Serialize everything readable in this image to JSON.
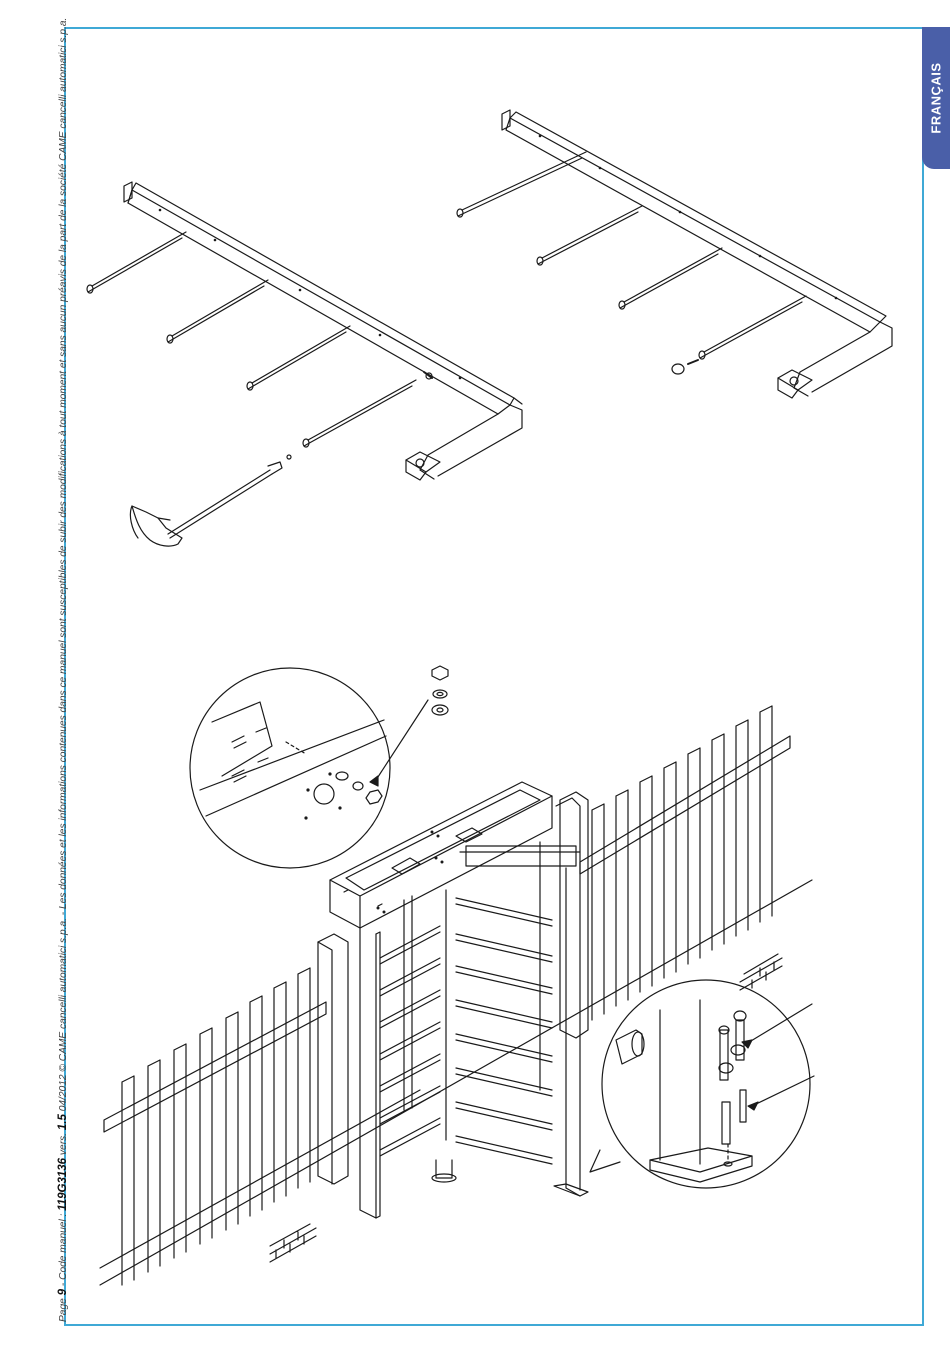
{
  "tab": {
    "language": "FRANÇAIS"
  },
  "footer": {
    "page_label": "Page",
    "page_number": "9",
    "manual_code_label": "- Code manuel :",
    "manual_code": "119G3136",
    "version_label": "vers.",
    "version": "1.5",
    "date": "04/2012",
    "copyright": "© CAME cancelli automatici s.p.a. - Les données et les informations contenues dans ce manuel sont susceptibles de subir des modifications à tout moment et sans aucun préavis de la part de la société CAME cancelli automatici s.p.a."
  },
  "colors": {
    "frame": "#3fa9d6",
    "tab": "#4a5fa8",
    "line": "#1a1a1a"
  },
  "icons": [
    "hand-icon",
    "bolt-icon",
    "washer-icon",
    "nut-icon",
    "brick-icon"
  ]
}
